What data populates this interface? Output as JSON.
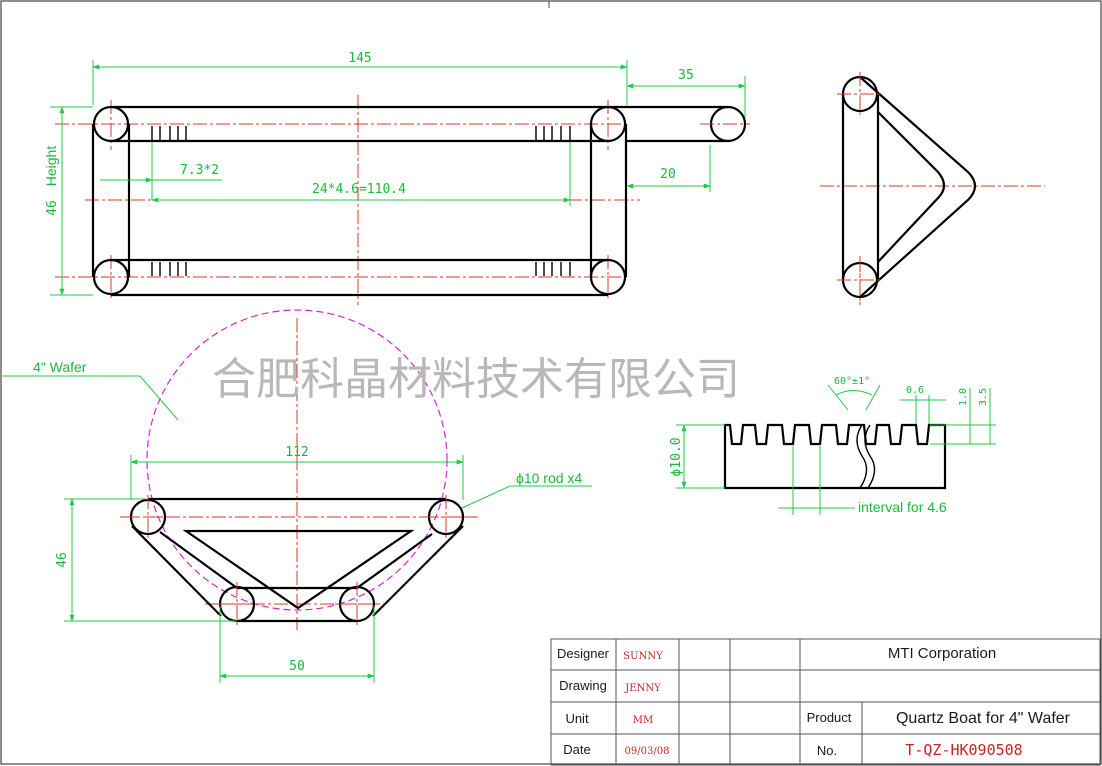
{
  "watermark": "合肥科晶材料技术有限公司",
  "top_view": {
    "dim_overall": "145",
    "dim_extension": "35",
    "dim_height_value": "46",
    "dim_height_label": "Height",
    "dim_slot_pitch": "7.3*2",
    "dim_slot_span": "24*4.6=110.4",
    "dim_rod_offset": "20"
  },
  "wafer_view": {
    "wafer_label": "4\" Wafer",
    "dim_width": "112",
    "dim_height": "46",
    "dim_bottom": "50",
    "rod_label": "ϕ10 rod x4"
  },
  "slot_detail": {
    "angle": "60°±1°",
    "dim_slot_width": "0.6",
    "dim_depth_a": "1.0",
    "dim_depth_b": "3.5",
    "dim_rod_dia": "ϕ10.0",
    "interval_label": "interval for 4.6"
  },
  "title_block": {
    "designer_key": "Designer",
    "designer_val": "SUNNY",
    "drawing_key": "Drawing",
    "drawing_val": "JENNY",
    "unit_key": "Unit",
    "unit_val": "MM",
    "date_key": "Date",
    "date_val": "09/03/08",
    "corporation": "MTI Corporation",
    "product_key": "Product",
    "product_val": "Quartz Boat for 4\" Wafer",
    "no_key": "No.",
    "no_val": "T-QZ-HK090508"
  }
}
